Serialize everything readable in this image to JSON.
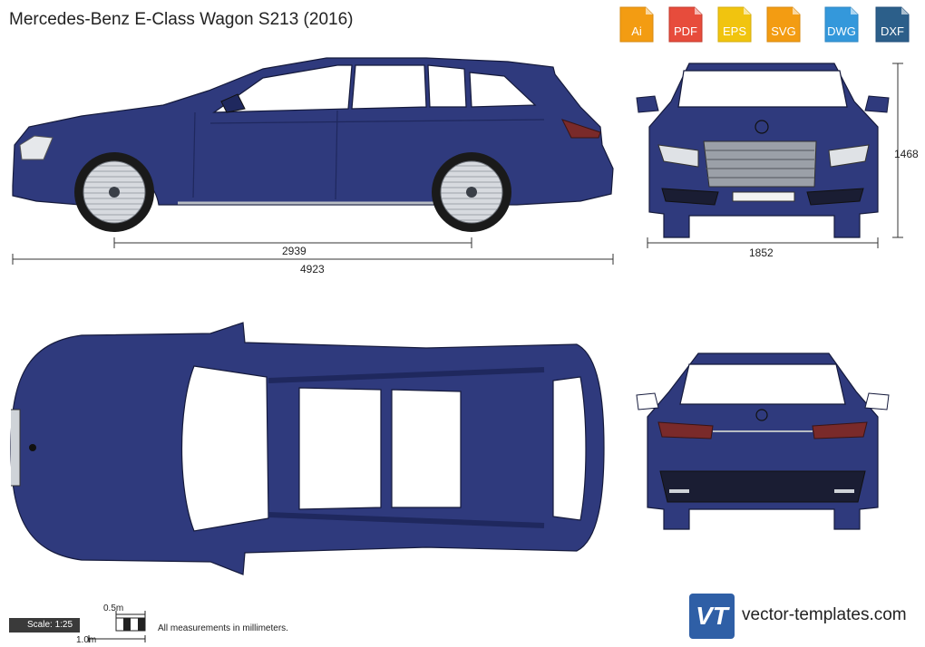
{
  "title": "Mercedes-Benz E-Class Wagon S213 (2016)",
  "file_formats": [
    {
      "label": "Ai",
      "color": "#f39c12"
    },
    {
      "label": "PDF",
      "color": "#e74c3c"
    },
    {
      "label": "EPS",
      "color": "#f1c40f"
    },
    {
      "label": "SVG",
      "color": "#f39c12"
    },
    {
      "label": "DWG",
      "color": "#3498db"
    },
    {
      "label": "DXF",
      "color": "#2c5f8a"
    }
  ],
  "dimensions": {
    "wheelbase": "2939",
    "length": "4923",
    "width": "1852",
    "height": "1468"
  },
  "scale": {
    "label": "Scale: 1:25",
    "half_meter": "0.5m",
    "one_meter": "1.0m"
  },
  "note": "All measurements in millimeters.",
  "brand": {
    "site": "vector-templates.com",
    "logo_text": "VT"
  },
  "watermark": "vector-templates.com",
  "colors": {
    "body": "#2f3a7d",
    "body_dark": "#1f285e",
    "glass": "#ffffff",
    "trim": "#9aa0a8"
  }
}
